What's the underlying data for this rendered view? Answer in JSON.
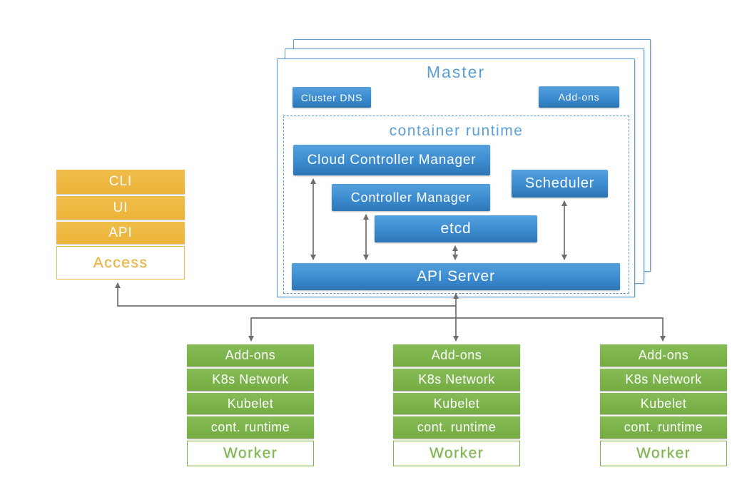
{
  "diagram": {
    "access": {
      "items": [
        "CLI",
        "UI",
        "API"
      ],
      "title": "Access"
    },
    "master": {
      "title": "Master",
      "cluster_dns": "Cluster DNS",
      "addons": "Add-ons",
      "container_runtime": "container runtime",
      "cloud_controller_manager": "Cloud Controller Manager",
      "controller_manager": "Controller Manager",
      "scheduler": "Scheduler",
      "etcd": "etcd",
      "api_server": "API Server"
    },
    "workers": [
      {
        "rows": [
          "Add-ons",
          "K8s Network",
          "Kubelet",
          "cont. runtime"
        ],
        "title": "Worker"
      },
      {
        "rows": [
          "Add-ons",
          "K8s Network",
          "Kubelet",
          "cont. runtime"
        ],
        "title": "Worker"
      },
      {
        "rows": [
          "Add-ons",
          "K8s Network",
          "Kubelet",
          "cont. runtime"
        ],
        "title": "Worker"
      }
    ],
    "colors": {
      "blue": "#3b8bd0",
      "blue_border": "#5b9bd5",
      "orange": "#edb63e",
      "green": "#7cb44a",
      "arrow": "#6e6e6e"
    }
  }
}
